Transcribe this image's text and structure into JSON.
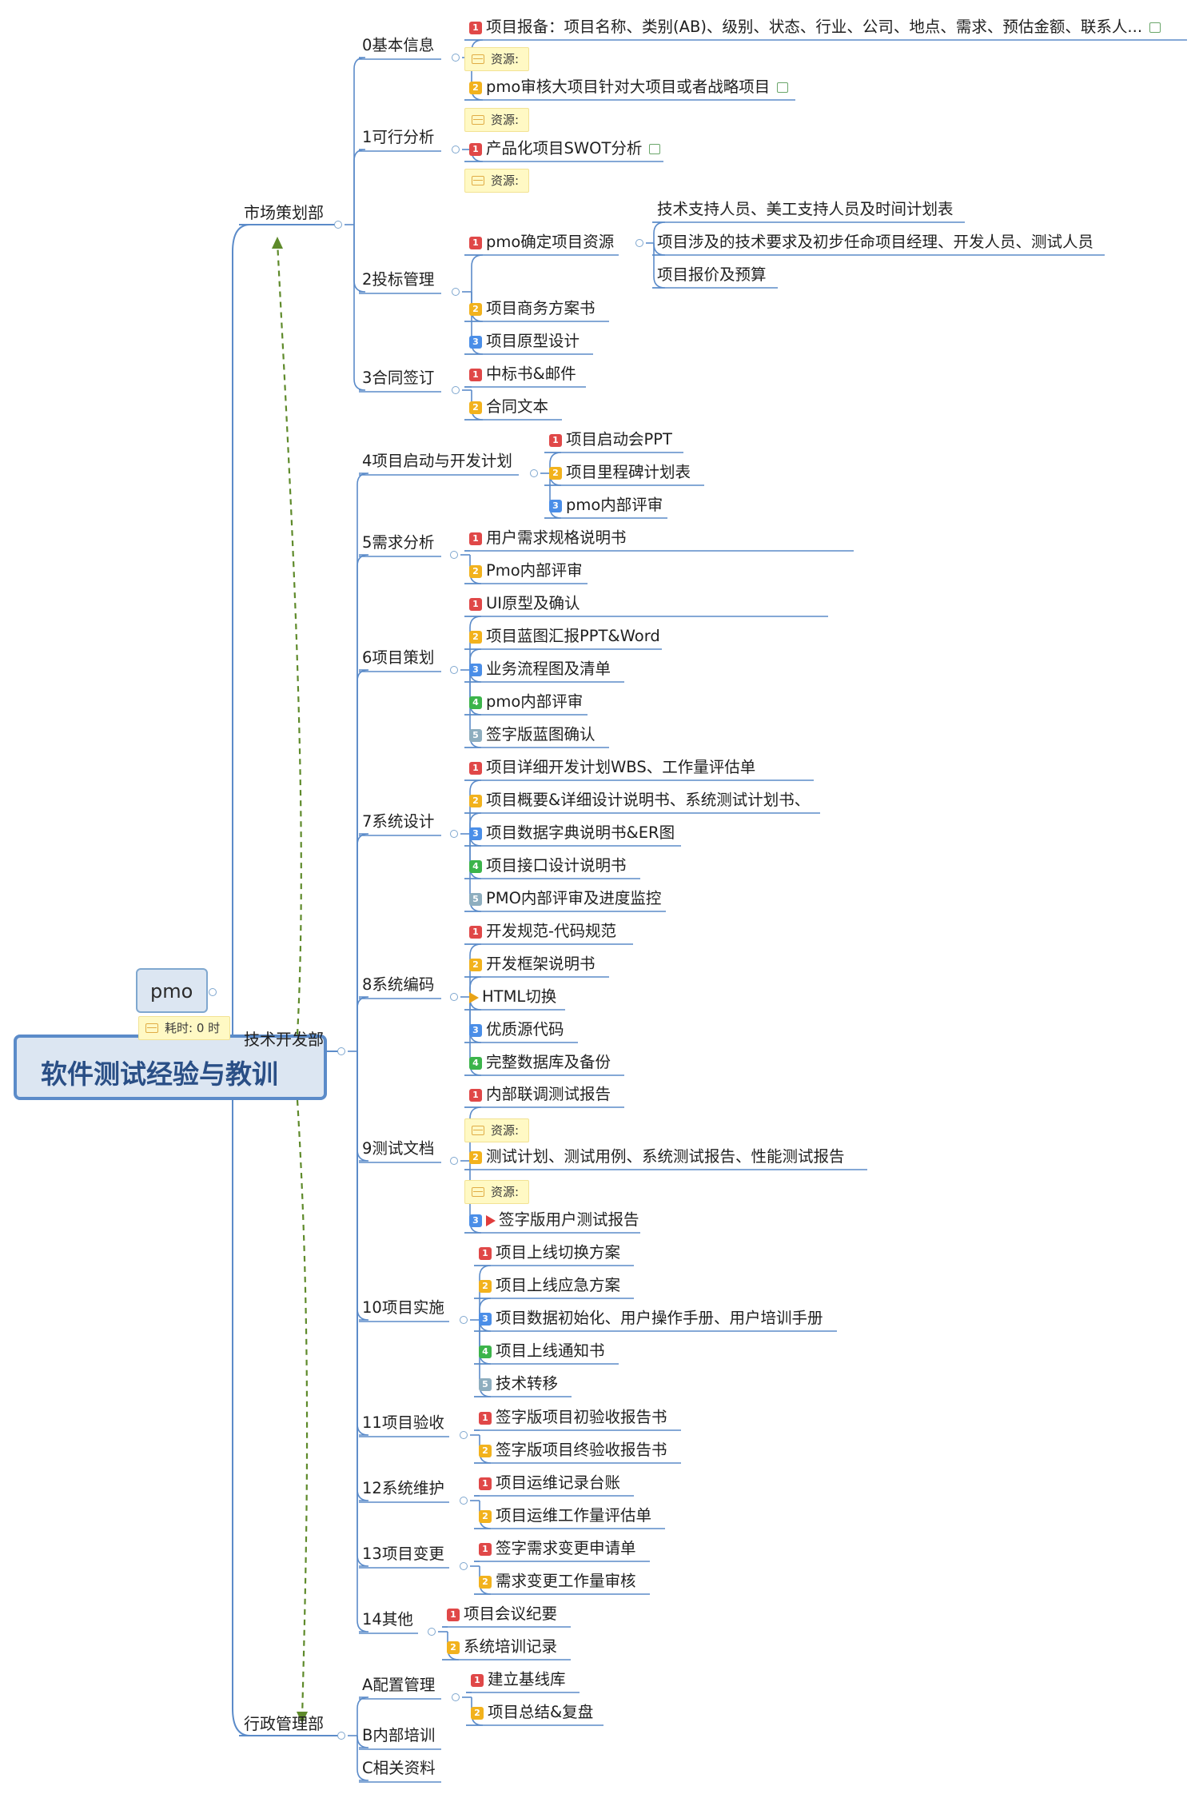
{
  "central_topic": "软件测试经验与教训",
  "floating_topic": {
    "label": "pmo",
    "note": "耗时: 0 时"
  },
  "note_label": "资源:",
  "marker_colors": {
    "1": "#e04848",
    "2": "#f2b21d",
    "3": "#4a8ee8",
    "4": "#3cb44b",
    "5": "#8eaebf"
  },
  "line_color": "#5b8bc9",
  "relationship_color": "#5e8a2a",
  "departments": [
    {
      "label": "市场策划部",
      "phases": [
        {
          "label": "0基本信息",
          "items": [
            {
              "label": "项目报备：项目名称、类别(AB)、级别、状态、行业、公司、地点、需求、预估金额、联系人...",
              "priority": "1"
            },
            {
              "label": "pmo审核大项目针对大项目或者战略项目",
              "priority": "2"
            }
          ]
        },
        {
          "label": "1可行分析",
          "items": [
            {
              "label": "产品化项目SWOT分析",
              "priority": "1"
            }
          ]
        },
        {
          "label": "2投标管理",
          "items": [
            {
              "label": "pmo确定项目资源",
              "priority": "1",
              "children": [
                "技术支持人员、美工支持人员及时间计划表",
                "项目涉及的技术要求及初步任命项目经理、开发人员、测试人员",
                "项目报价及预算"
              ]
            },
            {
              "label": "项目商务方案书",
              "priority": "2"
            },
            {
              "label": "项目原型设计",
              "priority": "3"
            }
          ]
        },
        {
          "label": "3合同签订",
          "items": [
            {
              "label": "中标书&邮件",
              "priority": "1"
            },
            {
              "label": "合同文本",
              "priority": "2"
            }
          ]
        }
      ]
    },
    {
      "label": "技术开发部",
      "phases": [
        {
          "label": "4项目启动与开发计划",
          "items": [
            {
              "label": "项目启动会PPT",
              "priority": "1"
            },
            {
              "label": "项目里程碑计划表",
              "priority": "2"
            },
            {
              "label": "pmo内部评审",
              "priority": "3"
            }
          ]
        },
        {
          "label": "5需求分析",
          "items": [
            {
              "label": "用户需求规格说明书",
              "priority": "1"
            },
            {
              "label": "Pmo内部评审",
              "priority": "2"
            }
          ]
        },
        {
          "label": "6项目策划",
          "items": [
            {
              "label": "UI原型及确认",
              "priority": "1"
            },
            {
              "label": "项目蓝图汇报PPT&Word",
              "priority": "2"
            },
            {
              "label": "业务流程图及清单",
              "priority": "3"
            },
            {
              "label": "pmo内部评审",
              "priority": "4"
            },
            {
              "label": "签字版蓝图确认",
              "priority": "5"
            }
          ]
        },
        {
          "label": "7系统设计",
          "items": [
            {
              "label": "项目详细开发计划WBS、工作量评估单",
              "priority": "1"
            },
            {
              "label": "项目概要&详细设计说明书、系统测试计划书、",
              "priority": "2"
            },
            {
              "label": "项目数据字典说明书&ER图",
              "priority": "3"
            },
            {
              "label": "项目接口设计说明书",
              "priority": "4"
            },
            {
              "label": "PMO内部评审及进度监控",
              "priority": "5"
            }
          ]
        },
        {
          "label": "8系统编码",
          "items": [
            {
              "label": "开发规范-代码规范",
              "priority": "1"
            },
            {
              "label": "开发框架说明书",
              "priority": "2"
            },
            {
              "label": "HTML切换",
              "priority": "flag"
            },
            {
              "label": "优质源代码",
              "priority": "3"
            },
            {
              "label": "完整数据库及备份",
              "priority": "4"
            }
          ]
        },
        {
          "label": "9测试文档",
          "items": [
            {
              "label": "内部联调测试报告",
              "priority": "1"
            },
            {
              "label": "测试计划、测试用例、系统测试报告、性能测试报告",
              "priority": "2"
            },
            {
              "label": "签字版用户测试报告",
              "priority": "3"
            }
          ]
        },
        {
          "label": "10项目实施",
          "items": [
            {
              "label": "项目上线切换方案",
              "priority": "1"
            },
            {
              "label": "项目上线应急方案",
              "priority": "2"
            },
            {
              "label": "项目数据初始化、用户操作手册、用户培训手册",
              "priority": "3"
            },
            {
              "label": "项目上线通知书",
              "priority": "4"
            },
            {
              "label": "技术转移",
              "priority": "5"
            }
          ]
        },
        {
          "label": "11项目验收",
          "items": [
            {
              "label": "签字版项目初验收报告书",
              "priority": "1"
            },
            {
              "label": "签字版项目终验收报告书",
              "priority": "2"
            }
          ]
        },
        {
          "label": "12系统维护",
          "items": [
            {
              "label": "项目运维记录台账",
              "priority": "1"
            },
            {
              "label": "项目运维工作量评估单",
              "priority": "2"
            }
          ]
        },
        {
          "label": "13项目变更",
          "items": [
            {
              "label": "签字需求变更申请单",
              "priority": "1"
            },
            {
              "label": "需求变更工作量审核",
              "priority": "2"
            }
          ]
        },
        {
          "label": "14其他",
          "items": [
            {
              "label": "项目会议纪要",
              "priority": "1"
            },
            {
              "label": "系统培训记录",
              "priority": "2"
            }
          ]
        }
      ]
    },
    {
      "label": "行政管理部",
      "phases": [
        {
          "label": "A配置管理",
          "items": [
            {
              "label": "建立基线库",
              "priority": "1"
            },
            {
              "label": "项目总结&复盘",
              "priority": "2"
            }
          ]
        },
        {
          "label": "B内部培训",
          "items": []
        },
        {
          "label": "C相关资料",
          "items": []
        }
      ]
    }
  ]
}
